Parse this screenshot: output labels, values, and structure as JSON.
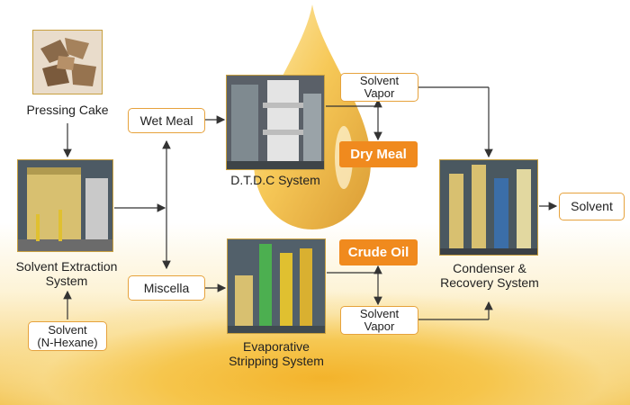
{
  "nodes": {
    "pressing_cake": "Pressing Cake",
    "solvent_extraction": [
      "Solvent Extraction",
      "System"
    ],
    "solvent_nhexane": [
      "Solvent",
      "(N-Hexane)"
    ],
    "wet_meal": "Wet Meal",
    "miscella": "Miscella",
    "dtdc": "D.T.D.C System",
    "evaporative": [
      "Evaporative",
      "Stripping System"
    ],
    "solvent_vapor_top": [
      "Solvent",
      "Vapor"
    ],
    "solvent_vapor_bottom": [
      "Solvent",
      "Vapor"
    ],
    "dry_meal": "Dry Meal",
    "crude_oil": "Crude Oil",
    "condenser": [
      "Condenser &",
      "Recovery System"
    ],
    "solvent_out": "Solvent"
  },
  "colors": {
    "box_border": "#e6a23c",
    "accent_orange": "#f08a1e",
    "arrow": "#333333",
    "oil_gold": "#f2c24f"
  }
}
